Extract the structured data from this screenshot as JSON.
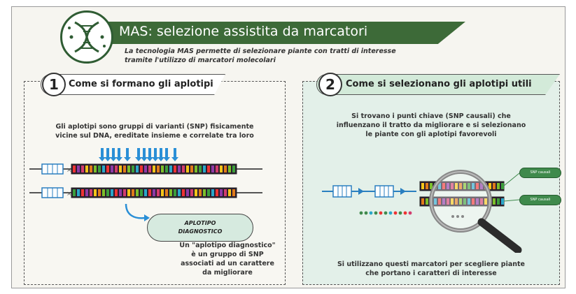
{
  "header": {
    "title": "MAS: selezione assistita da marcatori",
    "subtitle_line1": "La tecnologia MAS permette di selezionare piante con tratti di interesse",
    "subtitle_line2": "tramite l'utilizzo di marcatori molecolari",
    "colors": {
      "banner": "#3d6a38",
      "accent": "#2f5c33"
    }
  },
  "panel1": {
    "number": "1",
    "title": "Come si formano gli aplotipi",
    "desc_line1": "Gli aplotipi sono gruppi di varianti (SNP) fisicamente",
    "desc_line2": "vicine sul DNA, ereditate insieme e correlate tra loro",
    "badge_line1": "APLOTIPO",
    "badge_line2": "DIAGNOSTICO",
    "note_line1": "Un \"aplotipo diagnostico\"",
    "note_line2": "è un gruppo di SNP",
    "note_line3": "associati ad un carattere",
    "note_line4": "da migliorare"
  },
  "panel2": {
    "number": "2",
    "title": "Come si selezionano gli aplotipi utili",
    "desc_line1": "Si trovano i punti chiave (SNP causali) che",
    "desc_line2": "influenzano il tratto da migliorare e si selezionano",
    "desc_line3": "le piante con gli aplotipi favorevoli",
    "snp_label_1": "SNP causali",
    "snp_label_2": "SNP causali",
    "footer_line1": "Si utilizzano questi marcatori per scegliere piante",
    "footer_line2": "che portano i caratteri di interesse"
  },
  "icons": [
    "dna-icon",
    "arrow-icon",
    "magnifier-icon"
  ]
}
